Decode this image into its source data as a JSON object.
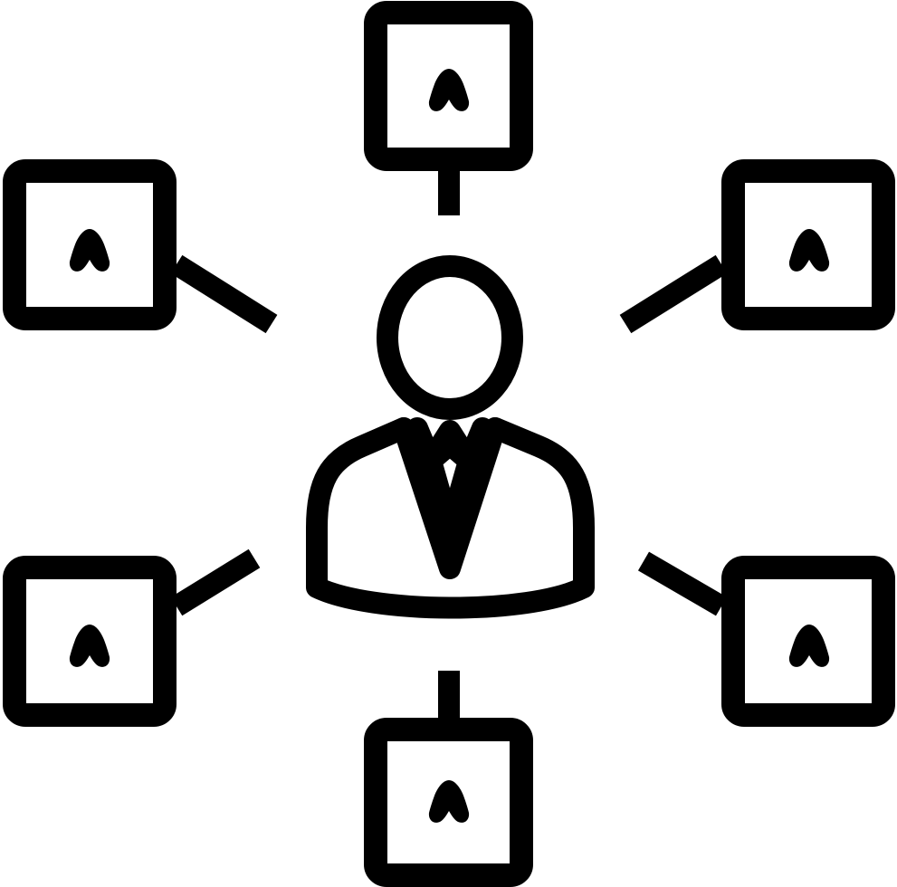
{
  "diagram": {
    "type": "hub-and-spoke icon",
    "hub": {
      "icon": "businessman-icon"
    },
    "nodes": [
      {
        "id": "top",
        "icon": "heart-icon"
      },
      {
        "id": "upper-left",
        "icon": "heart-icon"
      },
      {
        "id": "upper-right",
        "icon": "heart-icon"
      },
      {
        "id": "lower-left",
        "icon": "heart-icon"
      },
      {
        "id": "lower-right",
        "icon": "heart-icon"
      },
      {
        "id": "bottom",
        "icon": "heart-icon"
      }
    ],
    "colors": {
      "stroke": "#000000",
      "background": "#ffffff"
    }
  }
}
